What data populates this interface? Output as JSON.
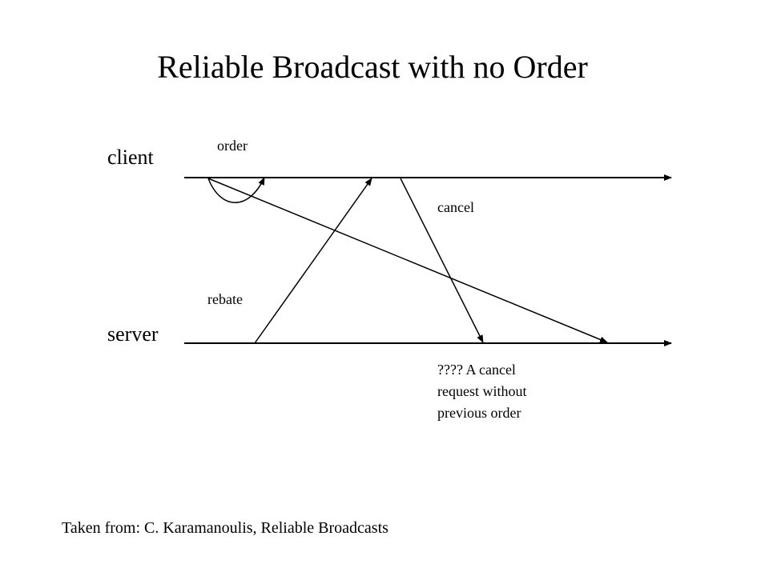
{
  "title": "Reliable Broadcast with no Order",
  "lanes": {
    "client": "client",
    "server": "server"
  },
  "messages": {
    "order": "order",
    "cancel": "cancel",
    "rebate": "rebate"
  },
  "note": {
    "line1": "???? A cancel",
    "line2": "request without",
    "line3": "previous order"
  },
  "footer": "Taken from: C. Karamanoulis, Reliable Broadcasts",
  "colors": {
    "ink": "#000000",
    "background": "#ffffff"
  }
}
